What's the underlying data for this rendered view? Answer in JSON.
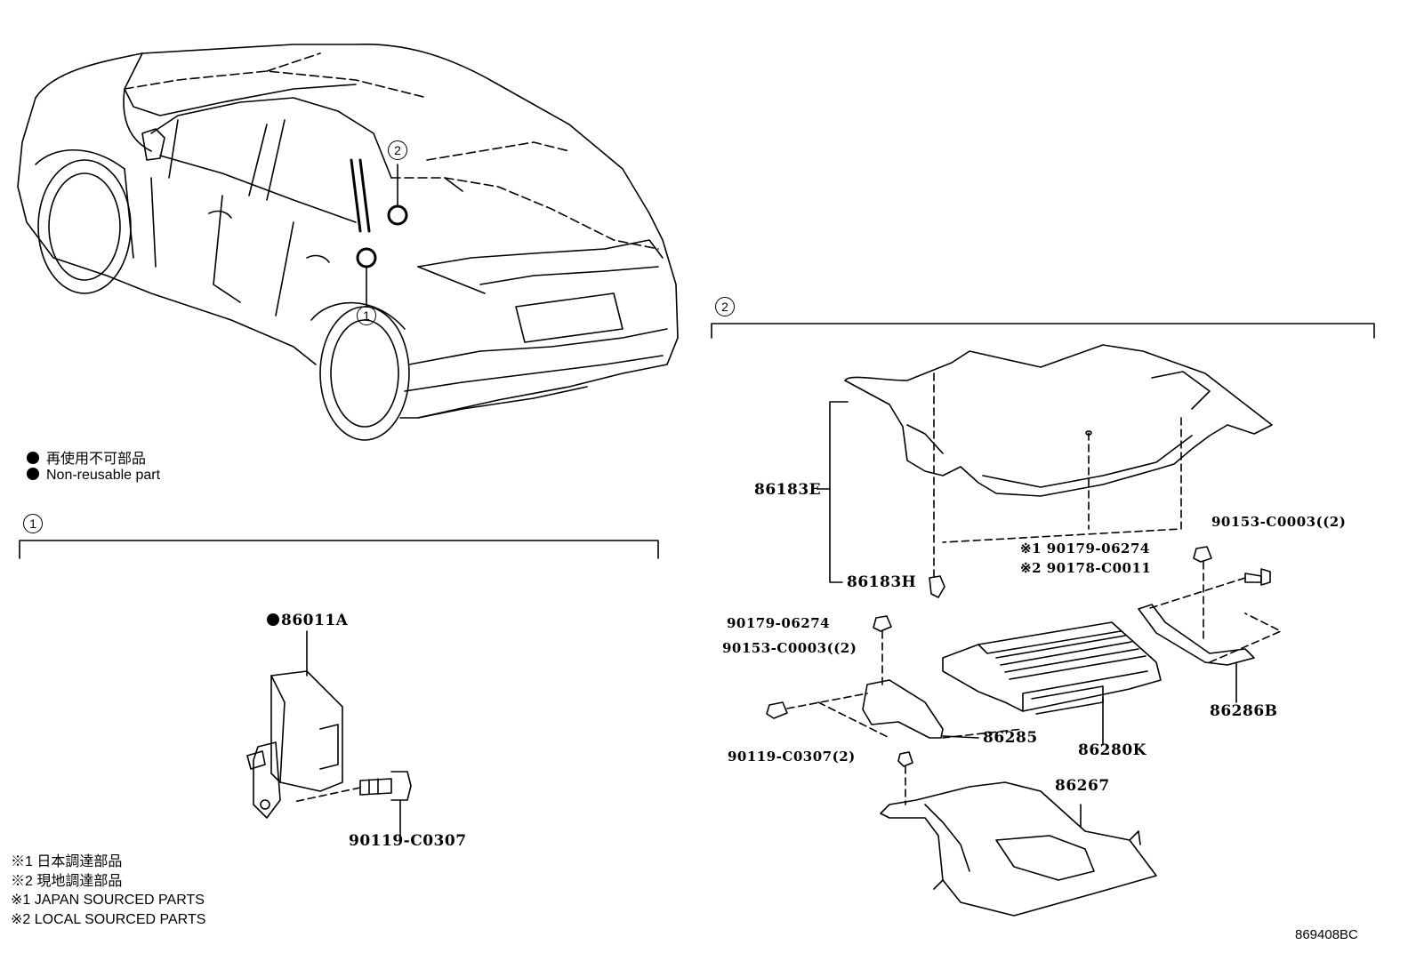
{
  "diagram": {
    "sheet_code": "869408BC",
    "legend": {
      "nonreusable_jp": "再使用不可部品",
      "nonreusable_en": "Non-reusable part"
    },
    "notes": {
      "jp1": "※1 日本調達部品",
      "jp2": "※2 現地調達部品",
      "en1": "※1 JAPAN SOURCED PARTS",
      "en2": "※2 LOCAL SOURCED PARTS"
    },
    "callouts": {
      "one": "1",
      "two": "2"
    },
    "section1": {
      "marker": "1",
      "part_module": "86011A",
      "part_bolt": "90119-C0307"
    },
    "section2": {
      "marker": "2",
      "part_cover_e": "86183E",
      "part_clip_h": "86183H",
      "nut_alt1": "※1 90179-06274",
      "nut_alt2": "※2 90178-C0011",
      "bolt_right": "90153-C0003((2)",
      "nut_left": "90179-06274",
      "bolt_left": "90153-C0003((2)",
      "bolt_bottom": "90119-C0307(2)",
      "bracket_left": "86285",
      "amplifier": "86280K",
      "bracket_right": "86286B",
      "undercover": "86267"
    }
  }
}
